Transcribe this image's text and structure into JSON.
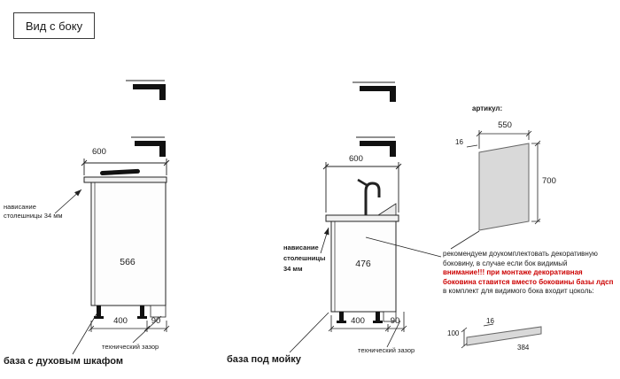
{
  "title": "Вид с боку",
  "oven_unit": {
    "name": "база с духовым шкафом",
    "dim_width": "600",
    "dim_depth": "566",
    "dim_plinth": "400",
    "dim_gap": "90",
    "overhang_l1": "нависание",
    "overhang_l2": "столешницы 34 мм",
    "tech_gap": "технический зазор"
  },
  "sink_unit": {
    "name": "база под мойку",
    "dim_width": "600",
    "dim_depth": "476",
    "dim_plinth": "400",
    "dim_gap": "90",
    "overhang_l1": "нависание",
    "overhang_l2": "столешницы",
    "overhang_l3": "34 мм",
    "tech_gap": "технический зазор"
  },
  "panel": {
    "artikul": "артикул:",
    "dim_width": "550",
    "dim_thickness": "16",
    "dim_height": "700",
    "note_l1": "рекомендуем доукомплектовать декоративную",
    "note_l2": "боковину, в случае если бок видимый",
    "warning_l1": "внимание!!! при монтаже декоративная",
    "warning_l2": "боковина ставится вместо боковины базы лдсп",
    "note_l3": "в комплект для видимого бока входит цоколь:",
    "warning_color": "#cc0000"
  },
  "plinth": {
    "dim_height": "100",
    "dim_thickness": "16",
    "dim_length": "384"
  }
}
